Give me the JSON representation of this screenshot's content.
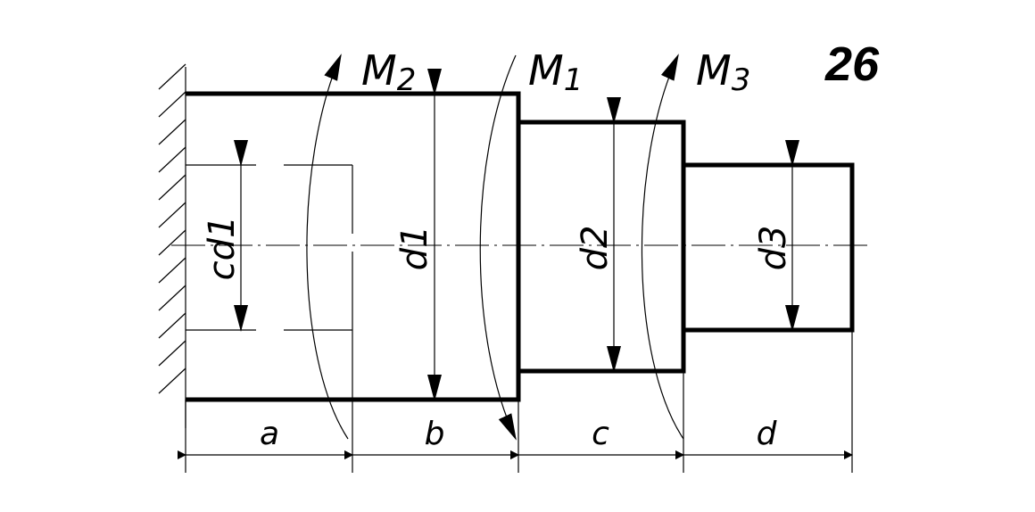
{
  "problem_number": "26",
  "moments": [
    {
      "name": "M",
      "sub": "2"
    },
    {
      "name": "M",
      "sub": "1"
    },
    {
      "name": "M",
      "sub": "3"
    }
  ],
  "diameters": {
    "hollow": "cd1",
    "d1": "d1",
    "d2": "d2",
    "d3": "d3"
  },
  "segments": [
    "a",
    "b",
    "c",
    "d"
  ]
}
